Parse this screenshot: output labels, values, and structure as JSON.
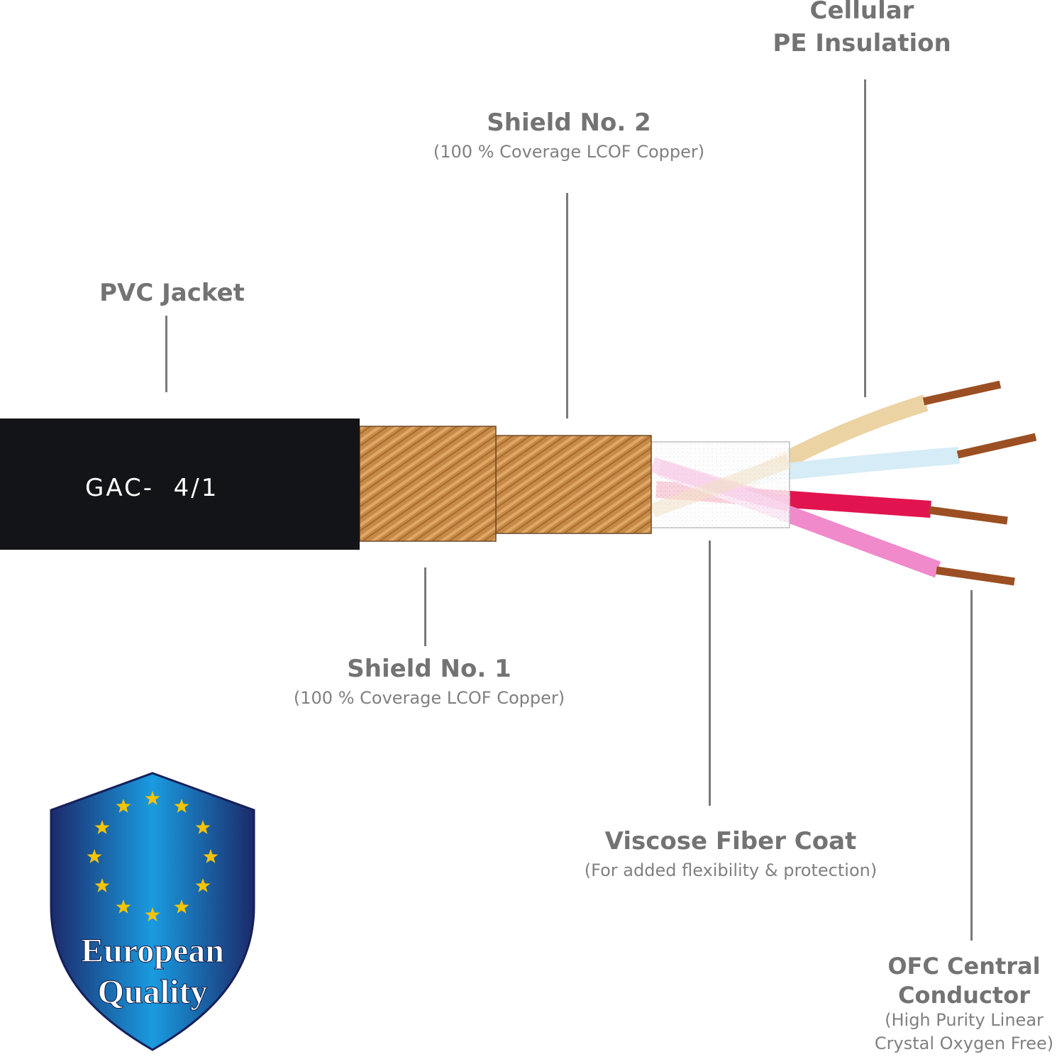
{
  "cable": {
    "marking": "GAC-  4/1"
  },
  "labels": {
    "cellular_pe": {
      "line1": "Cellular",
      "line2": "PE Insulation"
    },
    "shield2": {
      "title": "Shield No. 2",
      "sub": "(100 % Coverage LCOF Copper)"
    },
    "pvc_jacket": {
      "title": "PVC Jacket"
    },
    "shield1": {
      "title": "Shield No. 1",
      "sub": "(100 % Coverage LCOF Copper)"
    },
    "viscose": {
      "title": "Viscose Fiber Coat",
      "sub": "(For added flexibility & protection)"
    },
    "ofc": {
      "line1": "OFC Central",
      "line2": "Conductor",
      "sub1": "(High Purity Linear",
      "sub2": "Crystal Oxygen Free)"
    }
  },
  "badge": {
    "line1": "European",
    "line2": "Quality"
  },
  "colors": {
    "jacket": "#131417",
    "copper": "#c98a45",
    "wire_beige": "#ecd3a3",
    "wire_lightblue": "#d6ecf6",
    "wire_red": "#e2144f",
    "wire_pink": "#f08acb",
    "conductor": "#9b4f22",
    "leader": "#7a7a7a",
    "badge_blue": "#1a7fd0",
    "star": "#f5c400"
  }
}
